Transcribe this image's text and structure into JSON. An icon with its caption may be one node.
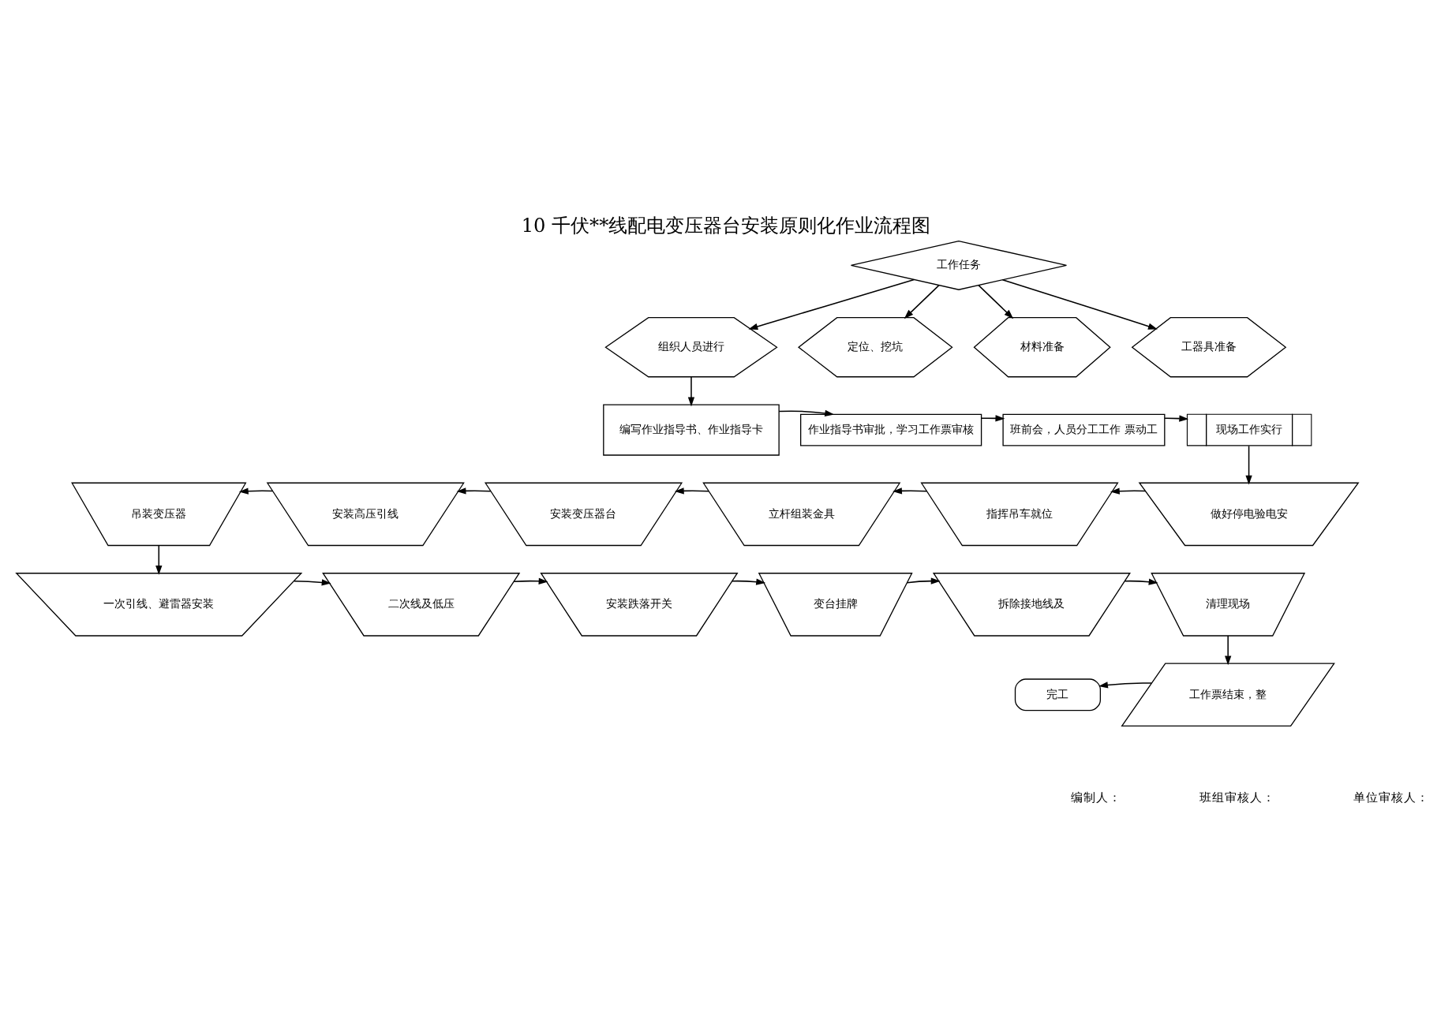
{
  "diagram": {
    "title": "10 千伏**线配电变压器台安装原则化作业流程图",
    "nodes": [
      {
        "text": [
          "工作任务"
        ]
      },
      {
        "text": [
          "组织人员进行"
        ]
      },
      {
        "text": [
          "定位、挖坑"
        ]
      },
      {
        "text": [
          "材料准备"
        ]
      },
      {
        "text": [
          "工器具准备"
        ]
      },
      {
        "text": [
          "编写作业指导书、作业指导卡"
        ]
      },
      {
        "text": [
          "作业指导书审批，学习工作票审核"
        ]
      },
      {
        "text": [
          "班前会，人员分工工作 票动工"
        ]
      },
      {
        "text": [
          "现场工作实行"
        ]
      },
      {
        "text": [
          "吊装变压器"
        ]
      },
      {
        "text": [
          "安装高压引线"
        ]
      },
      {
        "text": [
          "安装变压器台"
        ]
      },
      {
        "text": [
          "立杆组装金具"
        ]
      },
      {
        "text": [
          "指挥吊车就位"
        ]
      },
      {
        "text": [
          "做好停电验电安"
        ]
      },
      {
        "text": [
          "一次引线、避雷器安装"
        ]
      },
      {
        "text": [
          "二次线及低压"
        ]
      },
      {
        "text": [
          "安装跌落开关"
        ]
      },
      {
        "text": [
          "变台挂牌"
        ]
      },
      {
        "text": [
          "拆除接地线及"
        ]
      },
      {
        "text": [
          "清理现场"
        ]
      },
      {
        "text": [
          "完工"
        ]
      },
      {
        "text": [
          "工作票结束，整"
        ]
      }
    ],
    "edges": [
      {
        "from": 0,
        "to": 1,
        "arrow": "to"
      },
      {
        "from": 0,
        "to": 2,
        "arrow": "to"
      },
      {
        "from": 0,
        "to": 3,
        "arrow": "to"
      },
      {
        "from": 0,
        "to": 4,
        "arrow": "to"
      },
      {
        "from": 1,
        "to": 5,
        "arrow": "to"
      },
      {
        "from": 5,
        "to": 6,
        "arrow": "to"
      },
      {
        "from": 6,
        "to": 7,
        "arrow": "to"
      },
      {
        "from": 7,
        "to": 8,
        "arrow": "to"
      },
      {
        "from": 8,
        "to": 14,
        "arrow": "to"
      },
      {
        "from": 14,
        "to": 13,
        "arrow": "to"
      },
      {
        "from": 13,
        "to": 12,
        "arrow": "to"
      },
      {
        "from": 12,
        "to": 11,
        "arrow": "to"
      },
      {
        "from": 11,
        "to": 10,
        "arrow": "to"
      },
      {
        "from": 10,
        "to": 9,
        "arrow": "to"
      },
      {
        "from": 9,
        "to": 15,
        "arrow": "to"
      },
      {
        "from": 15,
        "to": 16,
        "arrow": "to"
      },
      {
        "from": 16,
        "to": 17,
        "arrow": "to"
      },
      {
        "from": 17,
        "to": 18,
        "arrow": "to"
      },
      {
        "from": 18,
        "to": 19,
        "arrow": "to"
      },
      {
        "from": 19,
        "to": 20,
        "arrow": "to"
      },
      {
        "from": 20,
        "to": 22,
        "arrow": "to"
      },
      {
        "from": 22,
        "to": 21,
        "arrow": "to"
      }
    ],
    "labels": [
      "编制人：",
      "班组审核人：",
      "单位审核人："
    ]
  }
}
